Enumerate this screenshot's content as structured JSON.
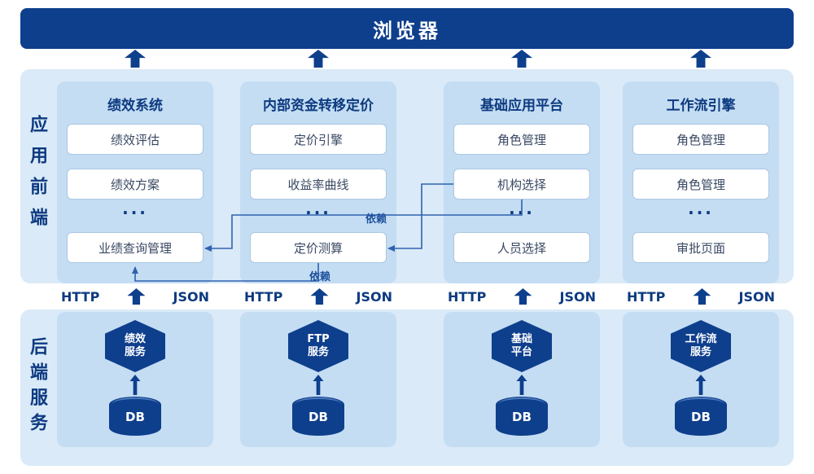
{
  "banner": {
    "title": "浏览器"
  },
  "labels": {
    "dependency": "依赖",
    "ellipsis": "...",
    "http": "HTTP",
    "json": "JSON"
  },
  "frontend": {
    "side_label": "应用前端",
    "columns": [
      {
        "title": "绩效系统",
        "boxes": [
          "绩效评估",
          "绩效方案",
          "业绩查询管理"
        ]
      },
      {
        "title": "内部资金转移定价",
        "boxes": [
          "定价引擎",
          "收益率曲线",
          "定价测算"
        ]
      },
      {
        "title": "基础应用平台",
        "boxes": [
          "角色管理",
          "机构选择",
          "人员选择"
        ]
      },
      {
        "title": "工作流引擎",
        "boxes": [
          "角色管理",
          "角色管理",
          "审批页面"
        ]
      }
    ]
  },
  "backend": {
    "side_label": "后端服务",
    "services": [
      {
        "name_lines": [
          "绩效",
          "服务"
        ],
        "db_label": "DB"
      },
      {
        "name_lines": [
          "FTP",
          "服务"
        ],
        "db_label": "DB"
      },
      {
        "name_lines": [
          "基础",
          "平台"
        ],
        "db_label": "DB"
      },
      {
        "name_lines": [
          "工作流",
          "服务"
        ],
        "db_label": "DB"
      }
    ]
  },
  "colors": {
    "navy": "#0e3f8d",
    "panel_blue": "#daeaf8",
    "column_blue": "#c4ddf3",
    "connector_blue": "#2f62ae",
    "text_navy": "#0d3a80",
    "box_background": "#ffffff"
  }
}
